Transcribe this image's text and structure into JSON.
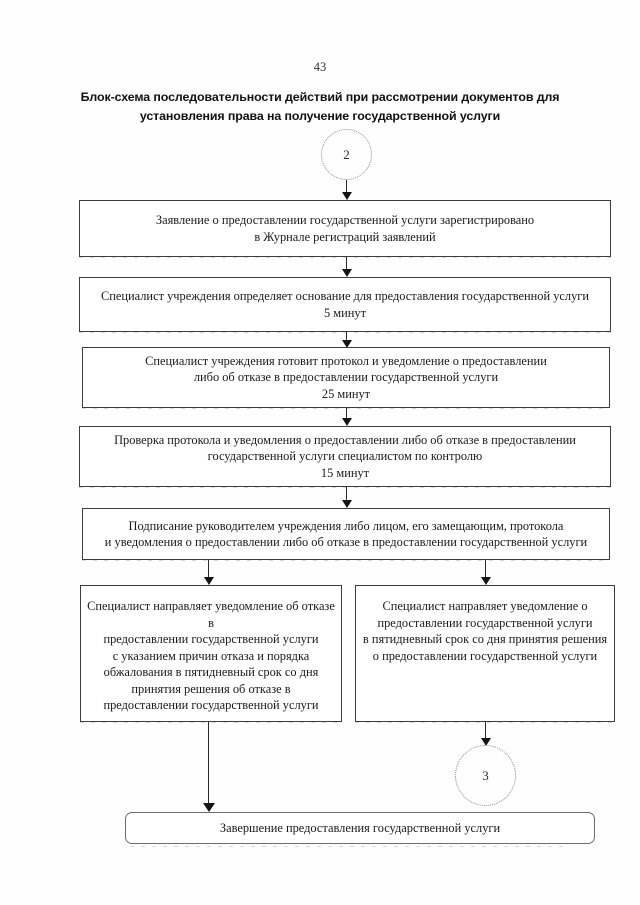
{
  "document": {
    "page_number": "43",
    "title": "Блок-схема последовательности действий при рассмотрении документов для установления права на получение государственной услуги"
  },
  "connectors": {
    "top_circle_label": "2",
    "branch_circle_label": "3"
  },
  "flow": {
    "steps": [
      {
        "id": "step-application-registered",
        "text": "Заявление о предоставлении государственной услуги зарегистрировано\nв Журнале регистраций заявлений"
      },
      {
        "id": "step-specialist-determines-basis",
        "text": "Специалист учреждения определяет основание для предоставления государственной услуги\n5 минут"
      },
      {
        "id": "step-specialist-prepares-protocol",
        "text": "Специалист учреждения готовит протокол и уведомление о предоставлении\nлибо об отказе в предоставлении государственной услуги\n25 минут"
      },
      {
        "id": "step-control-check",
        "text": "Проверка протокола и уведомления о предоставлении либо об отказе в предоставлении\nгосударственной услуги специалистом по контролю\n15 минут"
      },
      {
        "id": "step-head-signing",
        "text": "Подписание руководителем учреждения либо лицом, его замещающим,  протокола\nи уведомления о предоставлении либо об отказе в предоставлении государственной услуги"
      }
    ],
    "branches": [
      {
        "id": "branch-refusal-notice",
        "text": "Специалист направляет уведомление об отказе в\nпредоставлении государственной услуги\nс указанием причин отказа и порядка\nобжалования в пятидневный срок со дня\nпринятия решения об отказе в\nпредоставлении государственной услуги"
      },
      {
        "id": "branch-provision-notice",
        "text": "Специалист направляет уведомление о\nпредоставлении государственной услуги\nв пятидневный срок со дня принятия решения\nо предоставлении государственной услуги"
      }
    ],
    "terminator": {
      "id": "step-completion",
      "text": "Завершение предоставления государственной услуги"
    }
  }
}
